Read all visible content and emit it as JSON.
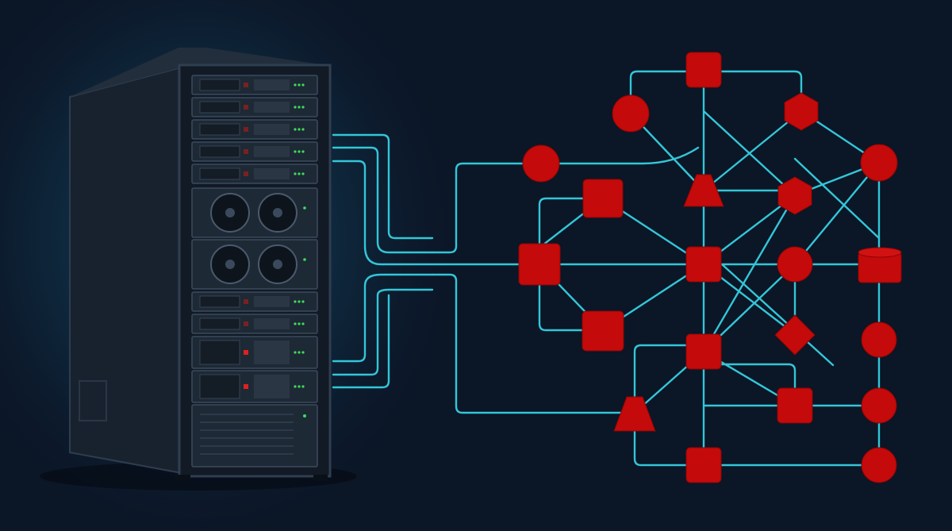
{
  "colors": {
    "background": "#0b1626",
    "glow": "#135066",
    "wire": "#33c6d8",
    "node": "#c40a0a",
    "led": "#3ddc5a",
    "led_alert": "#e02020"
  },
  "network": {
    "node_shapes": [
      "square",
      "circle",
      "hexagon",
      "triangle",
      "diamond",
      "cylinder"
    ]
  }
}
